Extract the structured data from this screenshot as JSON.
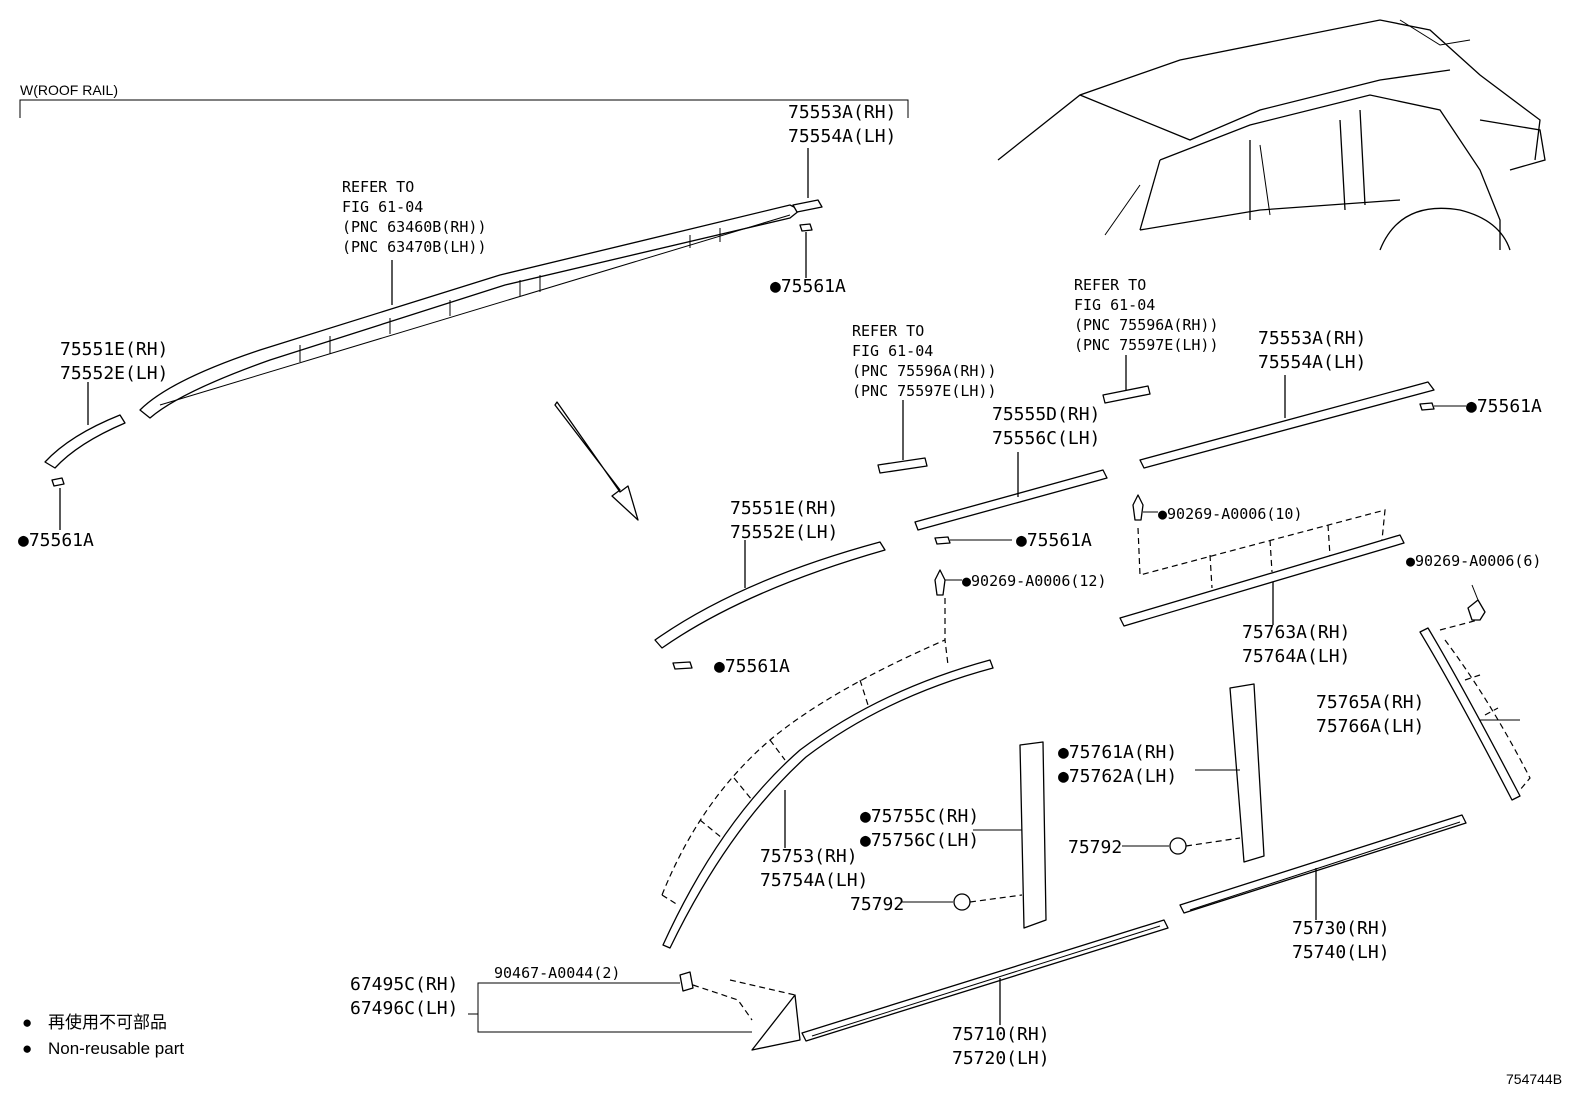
{
  "header": {
    "label": "W(ROOF RAIL)"
  },
  "figure_id": "754744B",
  "legend": [
    {
      "symbol": "●",
      "text": "再使用不可部品"
    },
    {
      "symbol": "●",
      "text": "Non-reusable part"
    }
  ],
  "refs": {
    "roof_rail": [
      "REFER TO",
      "FIG 61-04",
      "(PNC 63460B(RH))",
      "(PNC 63470B(LH))"
    ],
    "center": [
      "REFER TO",
      "FIG 61-04",
      "(PNC 75596A(RH))",
      "(PNC 75597E(LH))"
    ],
    "right": [
      "REFER TO",
      "FIG 61-04",
      "(PNC 75596A(RH))",
      "(PNC 75597E(LH))"
    ]
  },
  "labels": {
    "top_cap": [
      "75553A(RH)",
      "75554A(LH)"
    ],
    "top_clip": "●75561A",
    "left_cap": [
      "75551E(RH)",
      "75552E(LH)"
    ],
    "left_clip": "●75561A",
    "mid_front": [
      "75551E(RH)",
      "75552E(LH)"
    ],
    "mid_front_clip": "●75561A",
    "mid_center": [
      "75555D(RH)",
      "75556C(LH)"
    ],
    "mid_center_clip": "●75561A",
    "mid_rear": [
      "75553A(RH)",
      "75554A(LH)"
    ],
    "mid_rear_clip": "●75561A",
    "clip_12": "●90269-A0006(12)",
    "clip_10": "●90269-A0006(10)",
    "clip_6": "●90269-A0006(6)",
    "roof_drip_rear": [
      "75763A(RH)",
      "75764A(LH)"
    ],
    "quarter": [
      "75765A(RH)",
      "75766A(LH)"
    ],
    "windshield": [
      "75753(RH)",
      "75754A(LH)"
    ],
    "pillar_front": [
      "●75755C(RH)",
      "●75756C(LH)"
    ],
    "pillar_rear": [
      "●75761A(RH)",
      "●75762A(LH)"
    ],
    "fastener_a": "75792",
    "fastener_b": "75792",
    "belt_rear": [
      "75730(RH)",
      "75740(LH)"
    ],
    "belt_front": [
      "75710(RH)",
      "75720(LH)"
    ],
    "corner": [
      "67495C(RH)",
      "67496C(LH)"
    ],
    "corner_screw": "90467-A0044(2)"
  }
}
